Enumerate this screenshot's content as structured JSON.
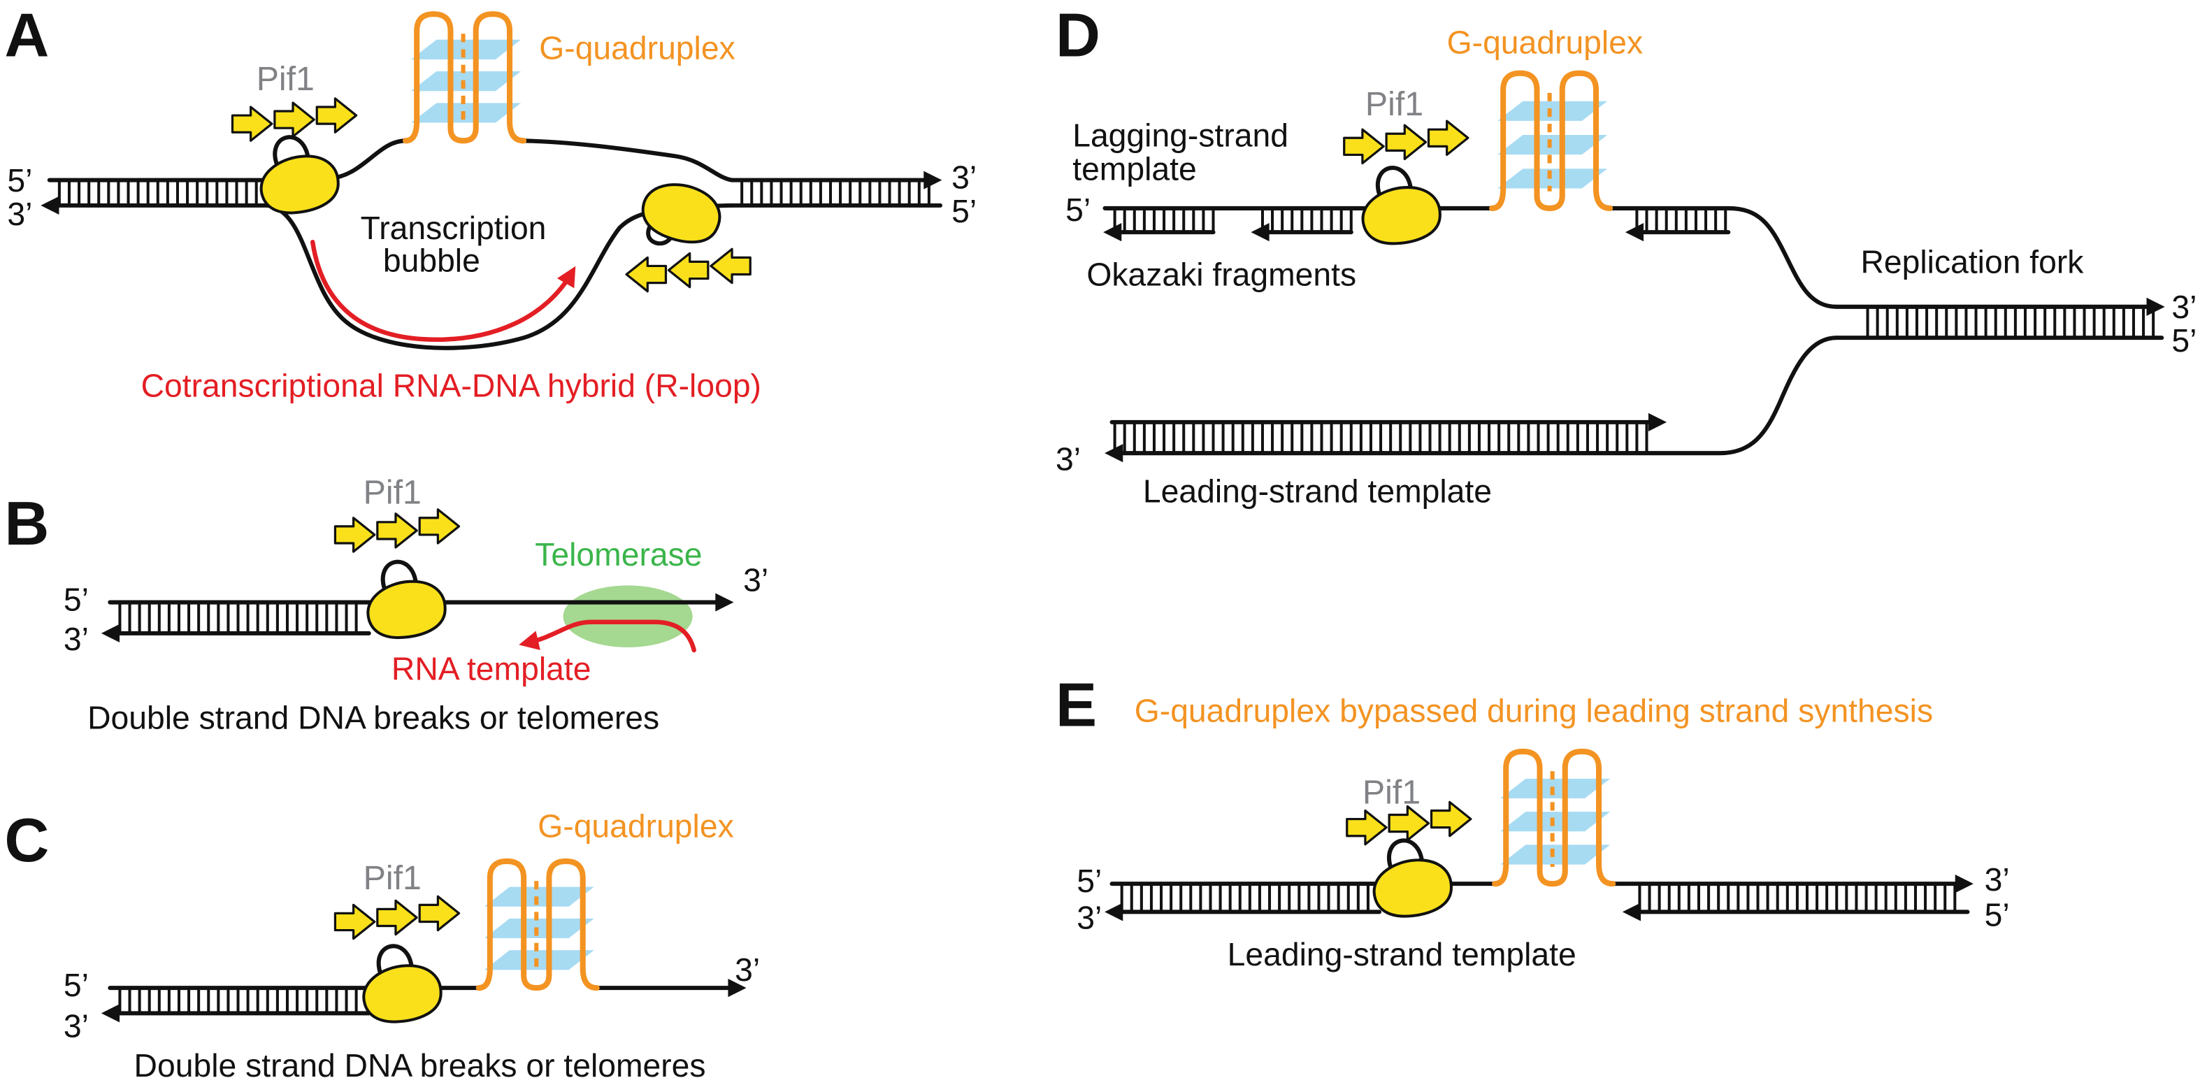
{
  "colors": {
    "g_quadruplex": "#f39322",
    "rna": "#e31e24",
    "telomerase_text": "#3bb54a",
    "telomerase_fill": "#8fce76",
    "pif1_helicase": "#f9e01b",
    "g_tetrad_plane": "#a7dbf2",
    "pif1_label": "#808285"
  },
  "panel_a": {
    "letter": "A",
    "pif1": "Pif1",
    "g_quadruplex": "G-quadruplex",
    "left_top_end": "5’",
    "left_bottom_end": "3’",
    "right_top_end": "3’",
    "right_bottom_end": "5’",
    "bubble": [
      "Transcription",
      "bubble"
    ],
    "r_loop": "Cotranscriptional RNA-DNA hybrid (R-loop)"
  },
  "panel_b": {
    "letter": "B",
    "pif1": "Pif1",
    "telomerase": "Telomerase",
    "left_top_end": "5’",
    "left_bottom_end": "3’",
    "right_end": "3’",
    "rna_template": "RNA template",
    "caption": "Double strand DNA breaks or telomeres"
  },
  "panel_c": {
    "letter": "C",
    "g_quadruplex": "G-quadruplex",
    "pif1": "Pif1",
    "left_top_end": "5’",
    "left_bottom_end": "3’",
    "right_end": "3’",
    "caption": "Double strand DNA breaks or telomeres"
  },
  "panel_d": {
    "letter": "D",
    "g_quadruplex": "G-quadruplex",
    "pif1": "Pif1",
    "lagging_template": [
      "Lagging-strand",
      "template"
    ],
    "lagging_end": "5’",
    "okazaki": "Okazaki fragments",
    "fork": "Replication fork",
    "fork_top_end": "3’",
    "fork_bottom_end": "5’",
    "leading_end": "3’",
    "leading_template": "Leading-strand template"
  },
  "panel_e": {
    "letter": "E",
    "title": "G-quadruplex bypassed during leading strand synthesis",
    "pif1": "Pif1",
    "left_top_end": "5’",
    "left_bottom_end": "3’",
    "right_top_end": "3’",
    "right_bottom_end": "5’",
    "leading_template": "Leading-strand template"
  }
}
